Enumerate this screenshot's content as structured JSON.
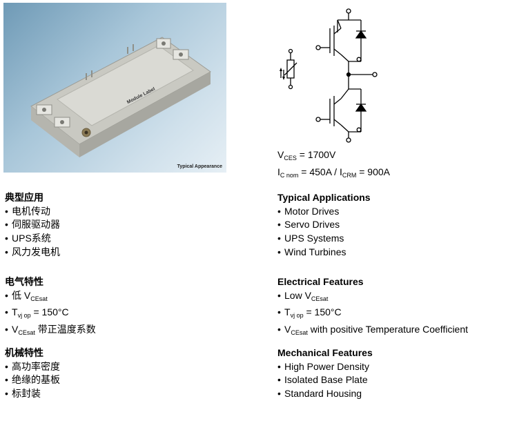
{
  "photo": {
    "caption": "Typical Appearance",
    "module_label": "Module Label"
  },
  "ratings": {
    "line1": {
      "V": "V",
      "sub": "CES",
      "rest": " = 1700V"
    },
    "line2": {
      "I1": "I",
      "sub1": "C nom",
      "mid": " = 450A / I",
      "sub2": "CRM",
      "rest": " = 900A"
    }
  },
  "cn": {
    "applications": {
      "title": "典型应用",
      "items": [
        "电机传动",
        "伺服驱动器",
        "UPS系统",
        "风力发电机"
      ]
    },
    "electrical": {
      "title": "电气特性",
      "item1": {
        "pre": "低 V",
        "sub": "CEsat"
      },
      "item2": {
        "pre": "T",
        "sub": "vj op",
        "post": " = 150°C"
      },
      "item3": {
        "pre": "V",
        "sub": "CEsat",
        "post": " 带正温度系数"
      }
    },
    "mechanical": {
      "title": "机械特性",
      "items": [
        "高功率密度",
        "绝缘的基板",
        "标封装"
      ]
    }
  },
  "en": {
    "applications": {
      "title": "Typical Applications",
      "items": [
        "Motor Drives",
        "Servo Drives",
        "UPS Systems",
        "Wind Turbines"
      ]
    },
    "electrical": {
      "title": "Electrical Features",
      "item1": {
        "pre": "Low V",
        "sub": "CEsat"
      },
      "item2": {
        "pre": "T",
        "sub": "vj op",
        "post": " = 150°C"
      },
      "item3": {
        "pre": "V",
        "sub": "CEsat",
        "post": " with positive Temperature Coefficient"
      }
    },
    "mechanical": {
      "title": "Mechanical Features",
      "items": [
        "High Power Density",
        "Isolated Base Plate",
        "Standard Housing"
      ]
    }
  }
}
